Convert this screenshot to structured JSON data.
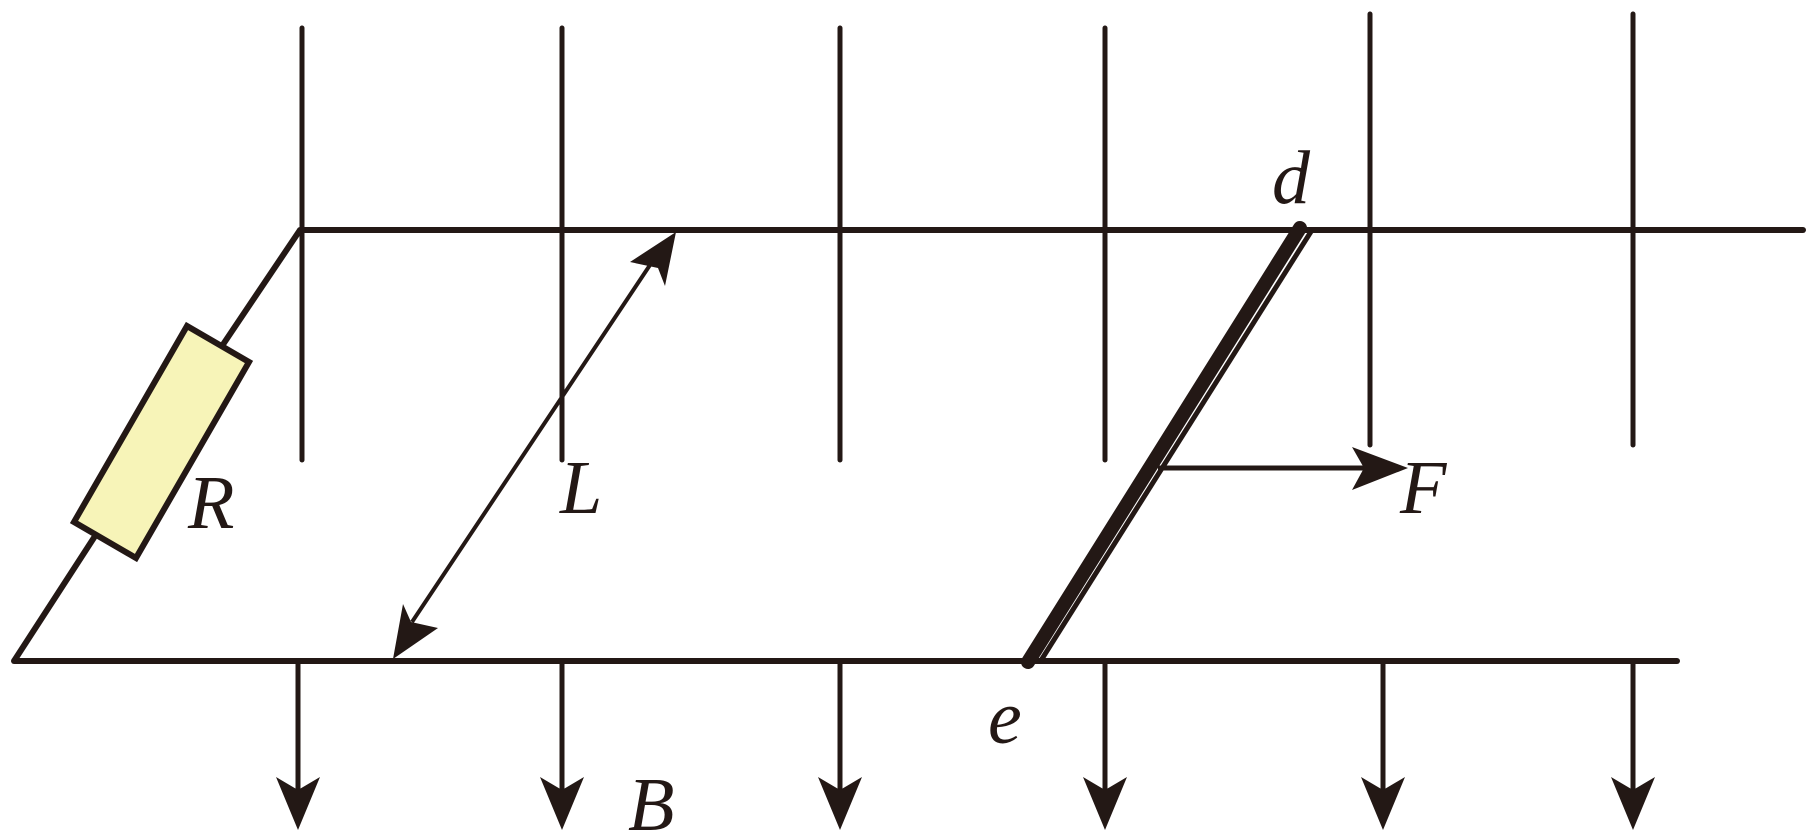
{
  "labels": {
    "resistor": "R",
    "length": "L",
    "force": "F",
    "field": "B",
    "rod_top": "d",
    "rod_bottom": "e"
  },
  "colors": {
    "stroke": "#231815",
    "resistor_fill": "#F7F4B8",
    "background": "#FFFFFF"
  }
}
